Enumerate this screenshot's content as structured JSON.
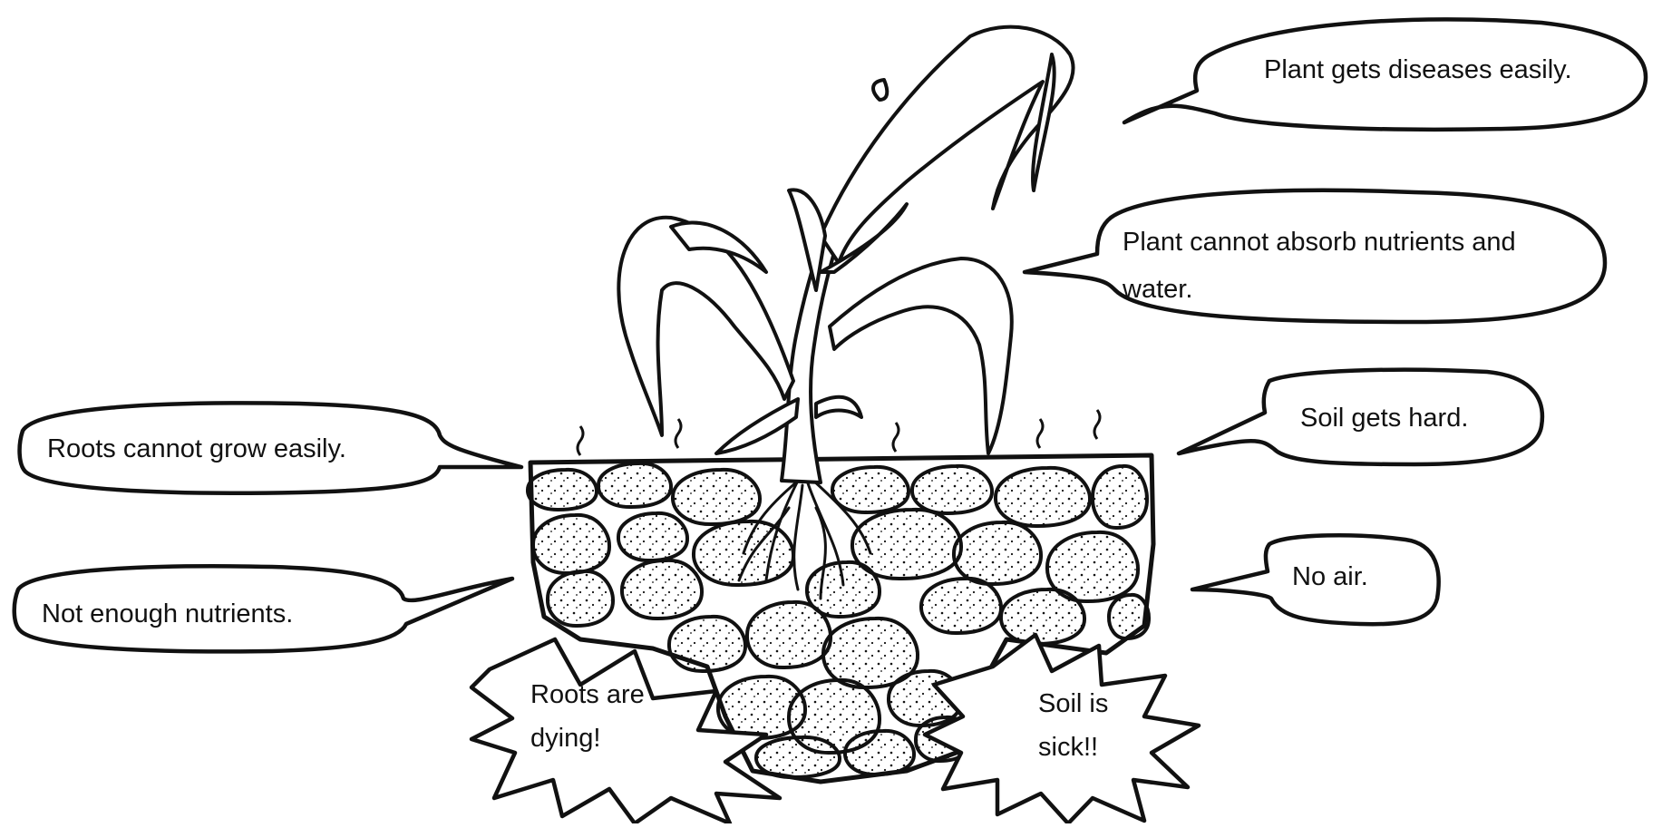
{
  "colors": {
    "ink": "#111111",
    "background": "#ffffff",
    "soil_fill": "#ffffff"
  },
  "callouts": {
    "diseases": "Plant gets diseases easily.",
    "absorb_line1": "Plant cannot absorb nutrients and",
    "absorb_line2": "water.",
    "soil_hard": "Soil gets hard.",
    "no_air": "No air.",
    "roots_grow": "Roots cannot grow easily.",
    "nutrients": "Not enough nutrients.",
    "roots_dying_line1": "Roots are",
    "roots_dying_line2": "dying!",
    "soil_sick_line1": "Soil is",
    "soil_sick_line2": "sick!!"
  }
}
